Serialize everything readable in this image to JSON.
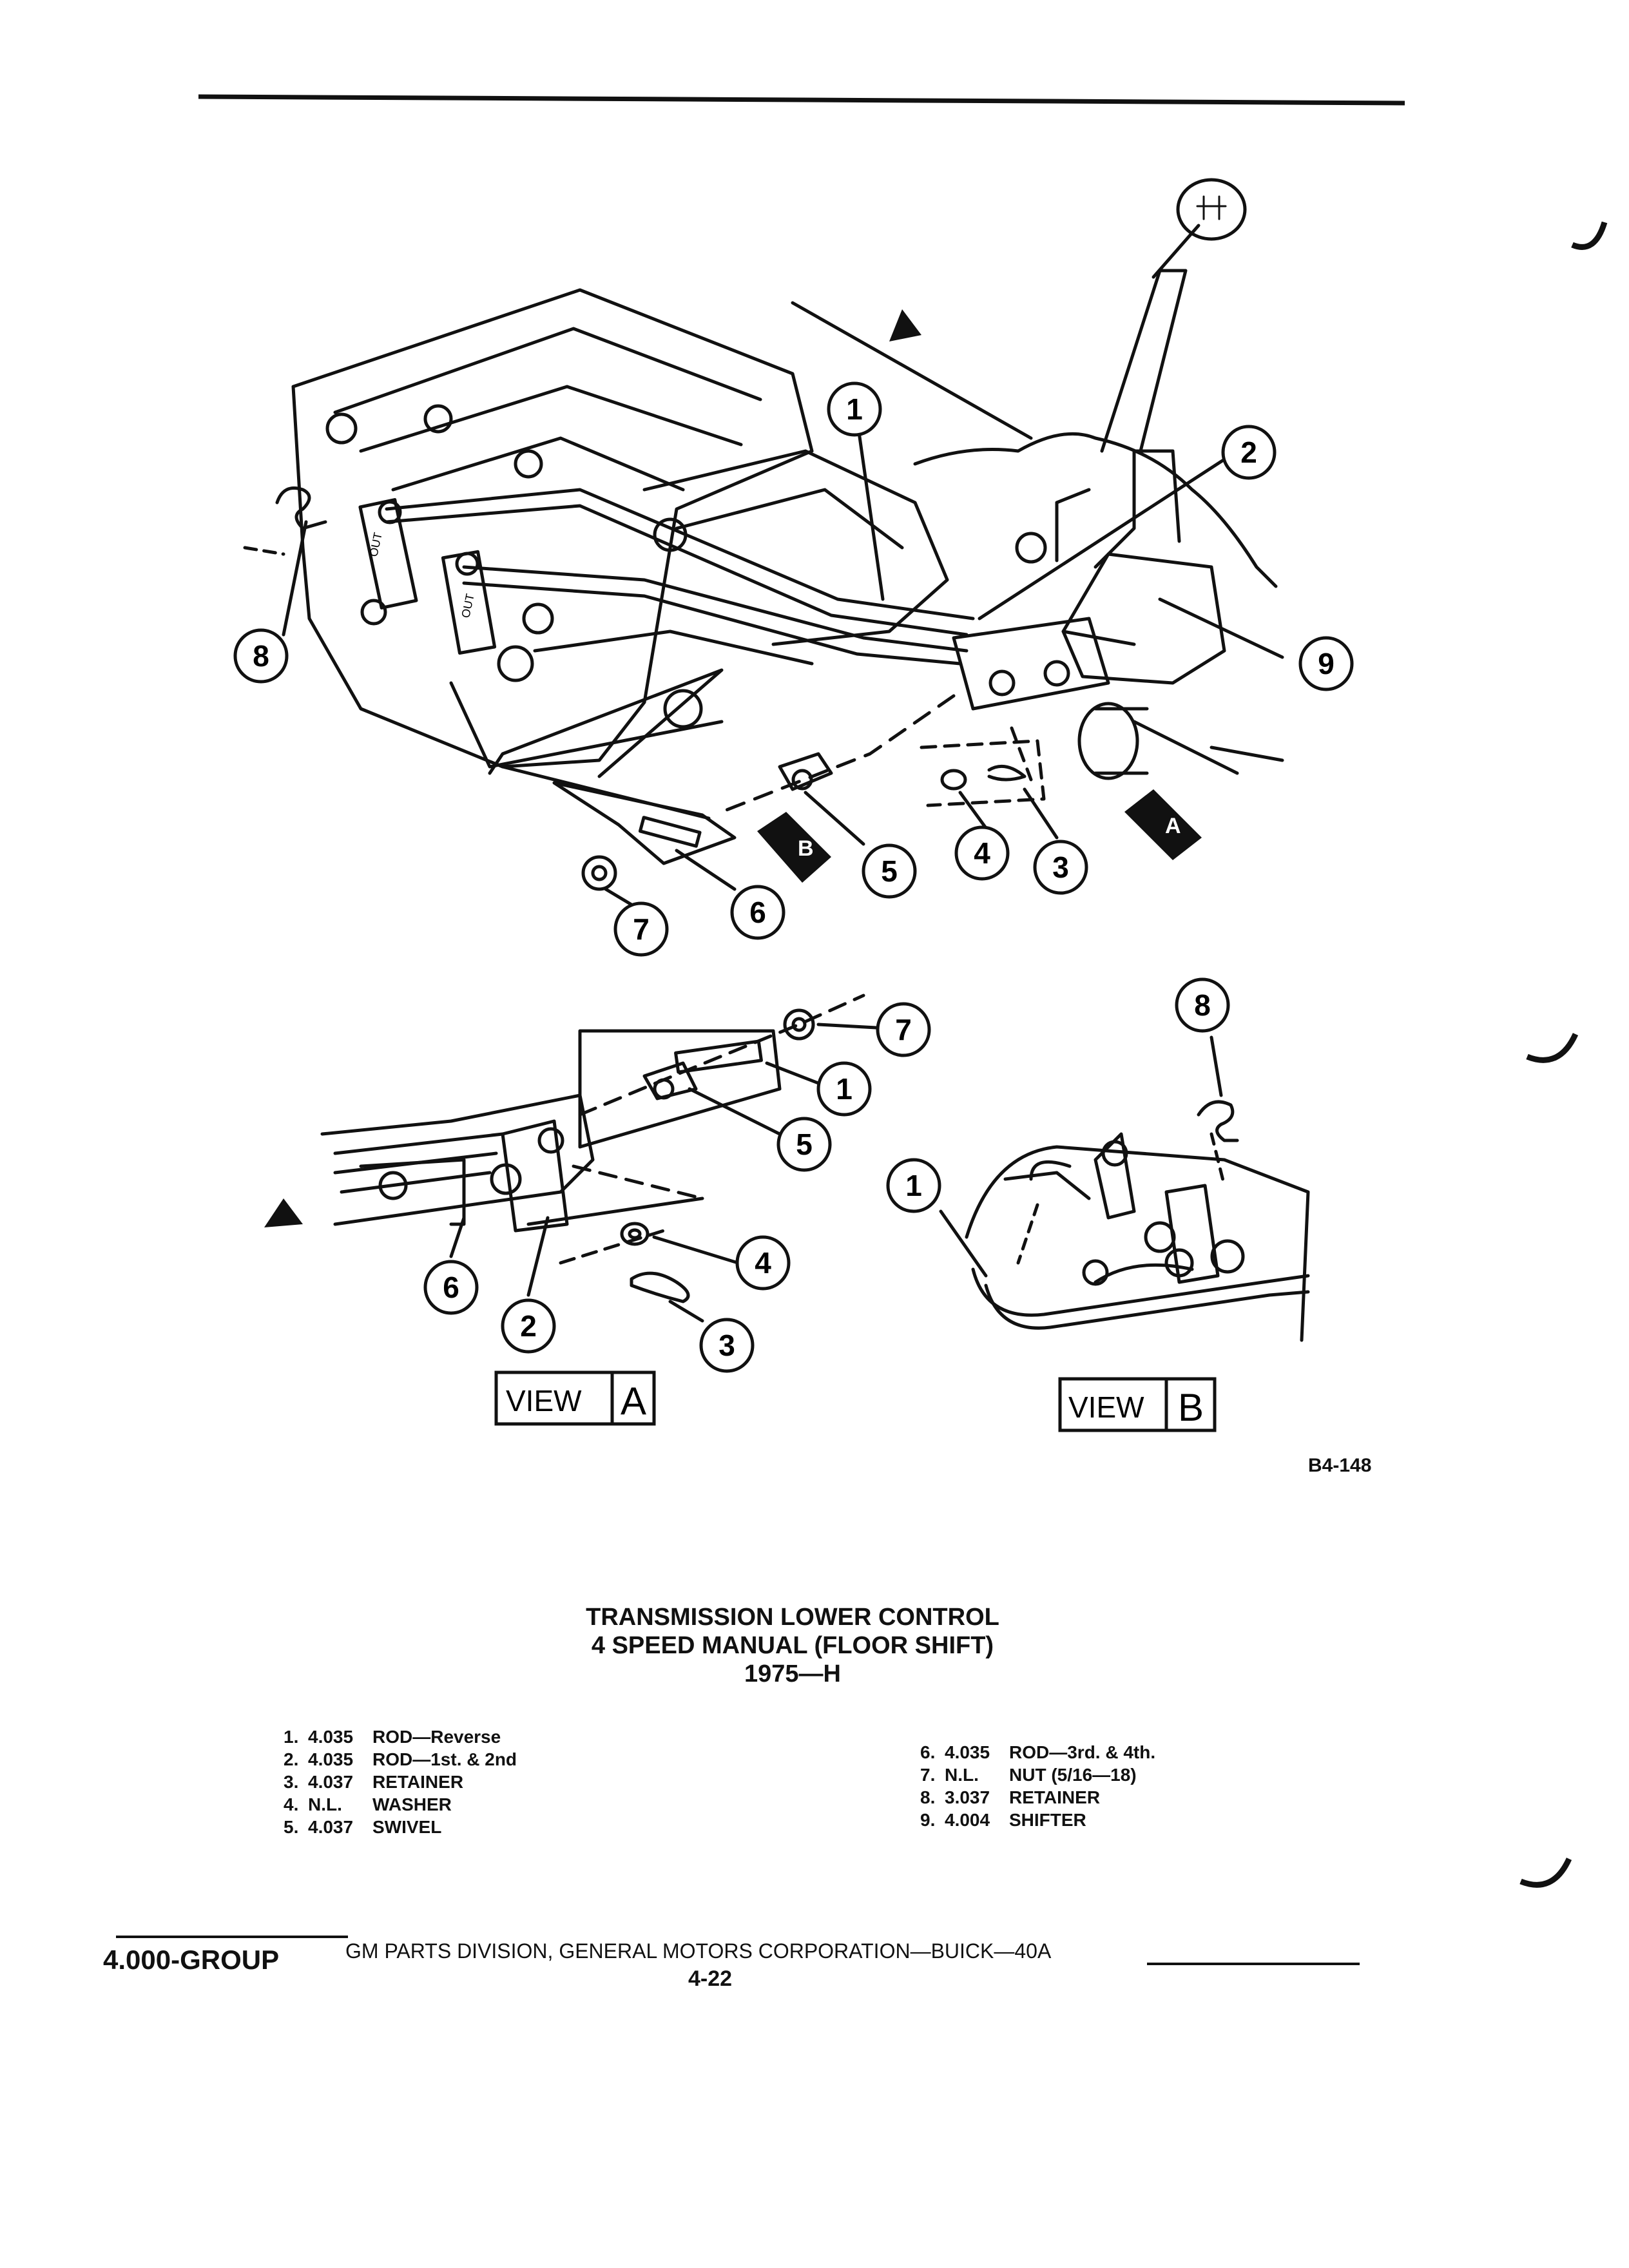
{
  "figure": {
    "code": "B4-148",
    "callouts": [
      "1",
      "2",
      "3",
      "4",
      "5",
      "6",
      "7",
      "8",
      "9"
    ],
    "view_a_label": "VIEW",
    "view_a_letter": "A",
    "view_b_label": "VIEW",
    "view_b_letter": "B",
    "arrow_tag_a": "A",
    "arrow_tag_b": "B",
    "lever_tag": "OUT"
  },
  "title": {
    "line1": "TRANSMISSION LOWER CONTROL",
    "line2": "4 SPEED MANUAL (FLOOR SHIFT)",
    "line3": "1975—H"
  },
  "parts_left": [
    {
      "num": "1.",
      "code": "4.035",
      "desc": "ROD—Reverse"
    },
    {
      "num": "2.",
      "code": "4.035",
      "desc": "ROD—1st. & 2nd"
    },
    {
      "num": "3.",
      "code": "4.037",
      "desc": "RETAINER"
    },
    {
      "num": "4.",
      "code": "N.L.",
      "desc": "WASHER"
    },
    {
      "num": "5.",
      "code": "4.037",
      "desc": "SWIVEL"
    }
  ],
  "parts_right": [
    {
      "num": "6.",
      "code": "4.035",
      "desc": "ROD—3rd. & 4th."
    },
    {
      "num": "7.",
      "code": "N.L.",
      "desc": "NUT (5/16—18)"
    },
    {
      "num": "8.",
      "code": "3.037",
      "desc": "RETAINER"
    },
    {
      "num": "9.",
      "code": "4.004",
      "desc": "SHIFTER"
    }
  ],
  "footer": {
    "group": "4.000-GROUP",
    "publisher": "GM PARTS DIVISION, GENERAL MOTORS CORPORATION—BUICK—40A",
    "page": "4-22"
  }
}
